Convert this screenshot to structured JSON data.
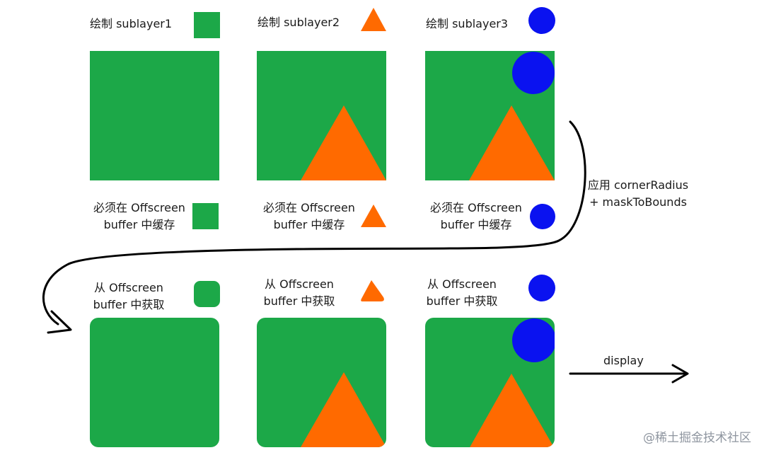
{
  "colors": {
    "layer_green": "#1ca848",
    "triangle_orange": "#ff6a00",
    "circle_blue": "#0a12f0",
    "arrow_black": "#000000"
  },
  "row1": {
    "draw_labels": [
      "绘制 sublayer1",
      "绘制 sublayer2",
      "绘制 sublayer3"
    ],
    "cache_label_line1": "必须在 Offscreen",
    "cache_label_line2": "buffer 中缓存"
  },
  "transition": {
    "label_line1": "应用 cornerRadius",
    "label_line2": "+ maskToBounds"
  },
  "row2": {
    "fetch_label_line1": "从 Offscreen",
    "fetch_label_line2": "buffer 中获取",
    "display_label": "display"
  },
  "watermark": "@稀土掘金技术社区"
}
